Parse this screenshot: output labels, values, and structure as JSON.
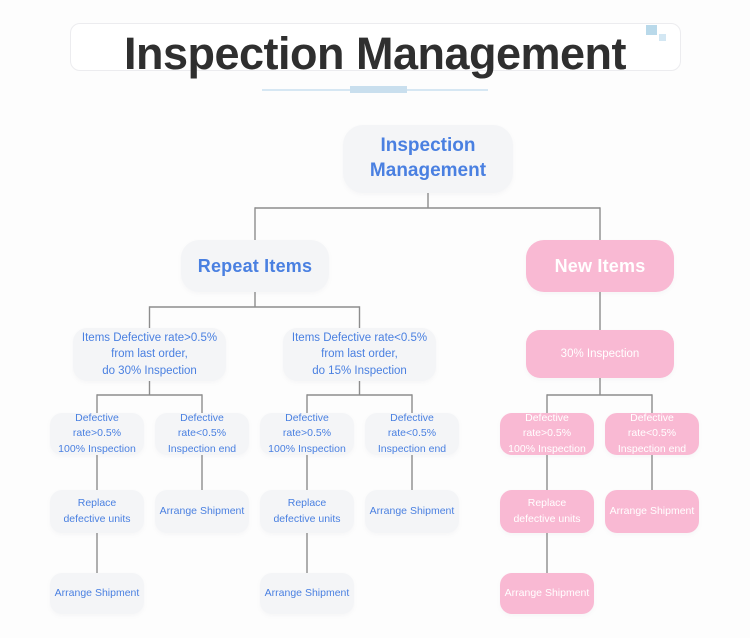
{
  "header": {
    "title": "Inspection Management"
  },
  "colors": {
    "accent_blue": "#4a80e1",
    "node_gray": "#f4f5f7",
    "node_pink": "#f9b9d3",
    "connector_gray": "#8d8d8d",
    "underline_blue": "#c9dfee",
    "title_dark": "#2f2f2f"
  },
  "nodes": {
    "root": "Inspection Management",
    "repeat_items": "Repeat Items",
    "new_items": "New Items",
    "repeat_high": "Items Defective rate>0.5%\nfrom last order,\ndo 30% Inspection",
    "repeat_low": "Items Defective rate<0.5%\nfrom last order,\ndo 15% Inspection",
    "new_inspection": "30% Inspection",
    "rate_high": "Defective rate>0.5%\n100% Inspection",
    "rate_low": "Defective rate<0.5%\nInspection end",
    "replace_units": "Replace\ndefective units",
    "arrange_shipment": "Arrange Shipment"
  }
}
